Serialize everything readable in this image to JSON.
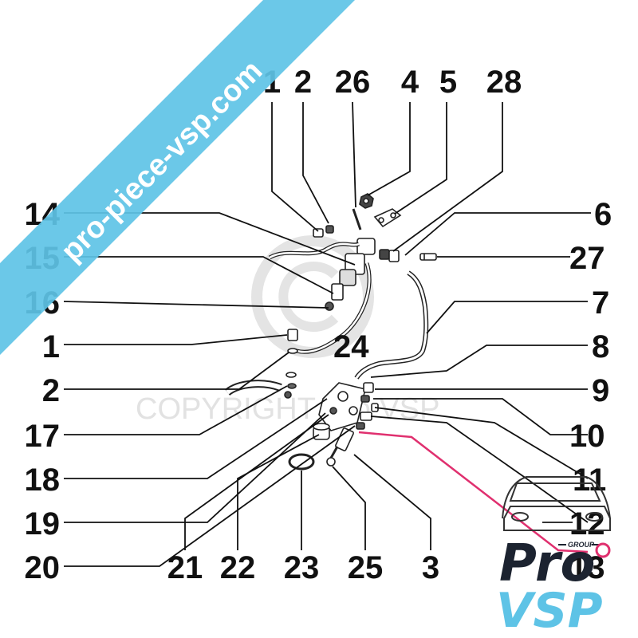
{
  "banner": {
    "text": "pro-piece-vsp.com",
    "color": "#5ec3e6"
  },
  "watermark": {
    "text": "COPYRIGHT Pro VSP"
  },
  "logo": {
    "line1": "Pro",
    "line2": "VSP",
    "tag": "GROUP",
    "accent": "#5ec3e6",
    "dark": "#1c2330",
    "highlight": "#e0306f"
  },
  "callouts": {
    "top": [
      "1",
      "2",
      "26",
      "4",
      "5",
      "28"
    ],
    "left": [
      "14",
      "15",
      "16",
      "1",
      "2",
      "17",
      "18",
      "19",
      "20"
    ],
    "right": [
      "6",
      "27",
      "7",
      "8",
      "9",
      "10",
      "11",
      "12",
      "13"
    ],
    "bottom": [
      "21",
      "22",
      "23",
      "25",
      "3"
    ],
    "center": "24"
  }
}
